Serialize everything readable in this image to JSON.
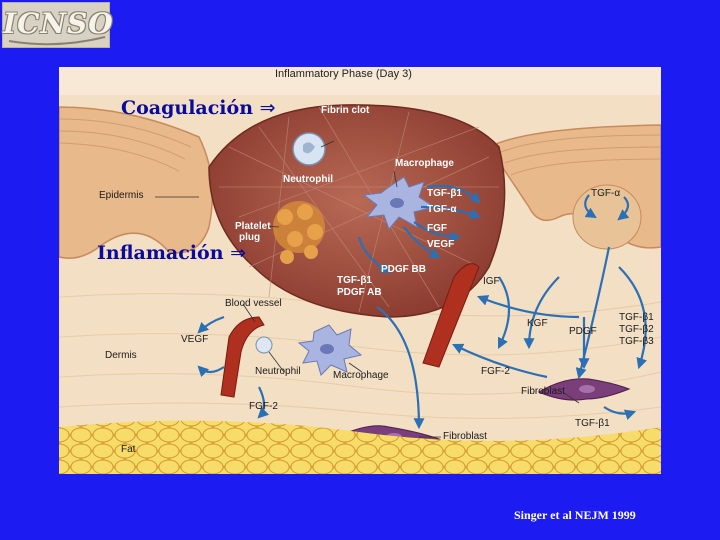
{
  "logo": {
    "text": "ICNSO"
  },
  "figure": {
    "title": "Inflammatory Phase (Day 3)",
    "labels": {
      "fibrin_clot": "Fibrin clot",
      "neutrophil_top": "Neutrophil",
      "macrophage_top": "Macrophage",
      "tgf_b1_top": "TGF-β1",
      "tgf_a_top": "TGF-α",
      "fgf": "FGF",
      "vegf_top": "VEGF",
      "platelet_plug_1": "Platelet",
      "platelet_plug_2": "plug",
      "pdgf_bb": "PDGF BB",
      "tgf_b1_mid": "TGF-β1",
      "pdgf_ab": "PDGF AB",
      "epidermis": "Epidermis",
      "blood_vessel": "Blood vessel",
      "vegf_left": "VEGF",
      "dermis": "Dermis",
      "neutrophil_bottom": "Neutrophil",
      "macrophage_bottom": "Macrophage",
      "fgf2_left": "FGF-2",
      "fibroblast_bottom": "Fibroblast",
      "fat": "Fat",
      "igf": "IGF",
      "kgf": "KGF",
      "pdgf_right": "PDGF",
      "fgf2_right": "FGF-2",
      "fibroblast_right": "Fibroblast",
      "tgf_b1_right": "TGF-β1",
      "tgf_a_right": "TGF-α",
      "tgf_b1_list": "TGF-β1",
      "tgf_b2_list": "TGF-β2",
      "tgf_b3_list": "TGF-β3"
    }
  },
  "overlays": {
    "coagulation": "Coagulación",
    "inflammation": "Inflamación",
    "arrow": "⇒"
  },
  "citation": "Singer et al NEJM 1999",
  "colors": {
    "background": "#1c1cf2",
    "overlay_text": "#0a0a9c",
    "arrow_blue": "#2b6fb5",
    "clot": "#9a4a3a",
    "vessel": "#b03020",
    "fat": "#f4d25a",
    "epidermis": "#e8b98a"
  }
}
